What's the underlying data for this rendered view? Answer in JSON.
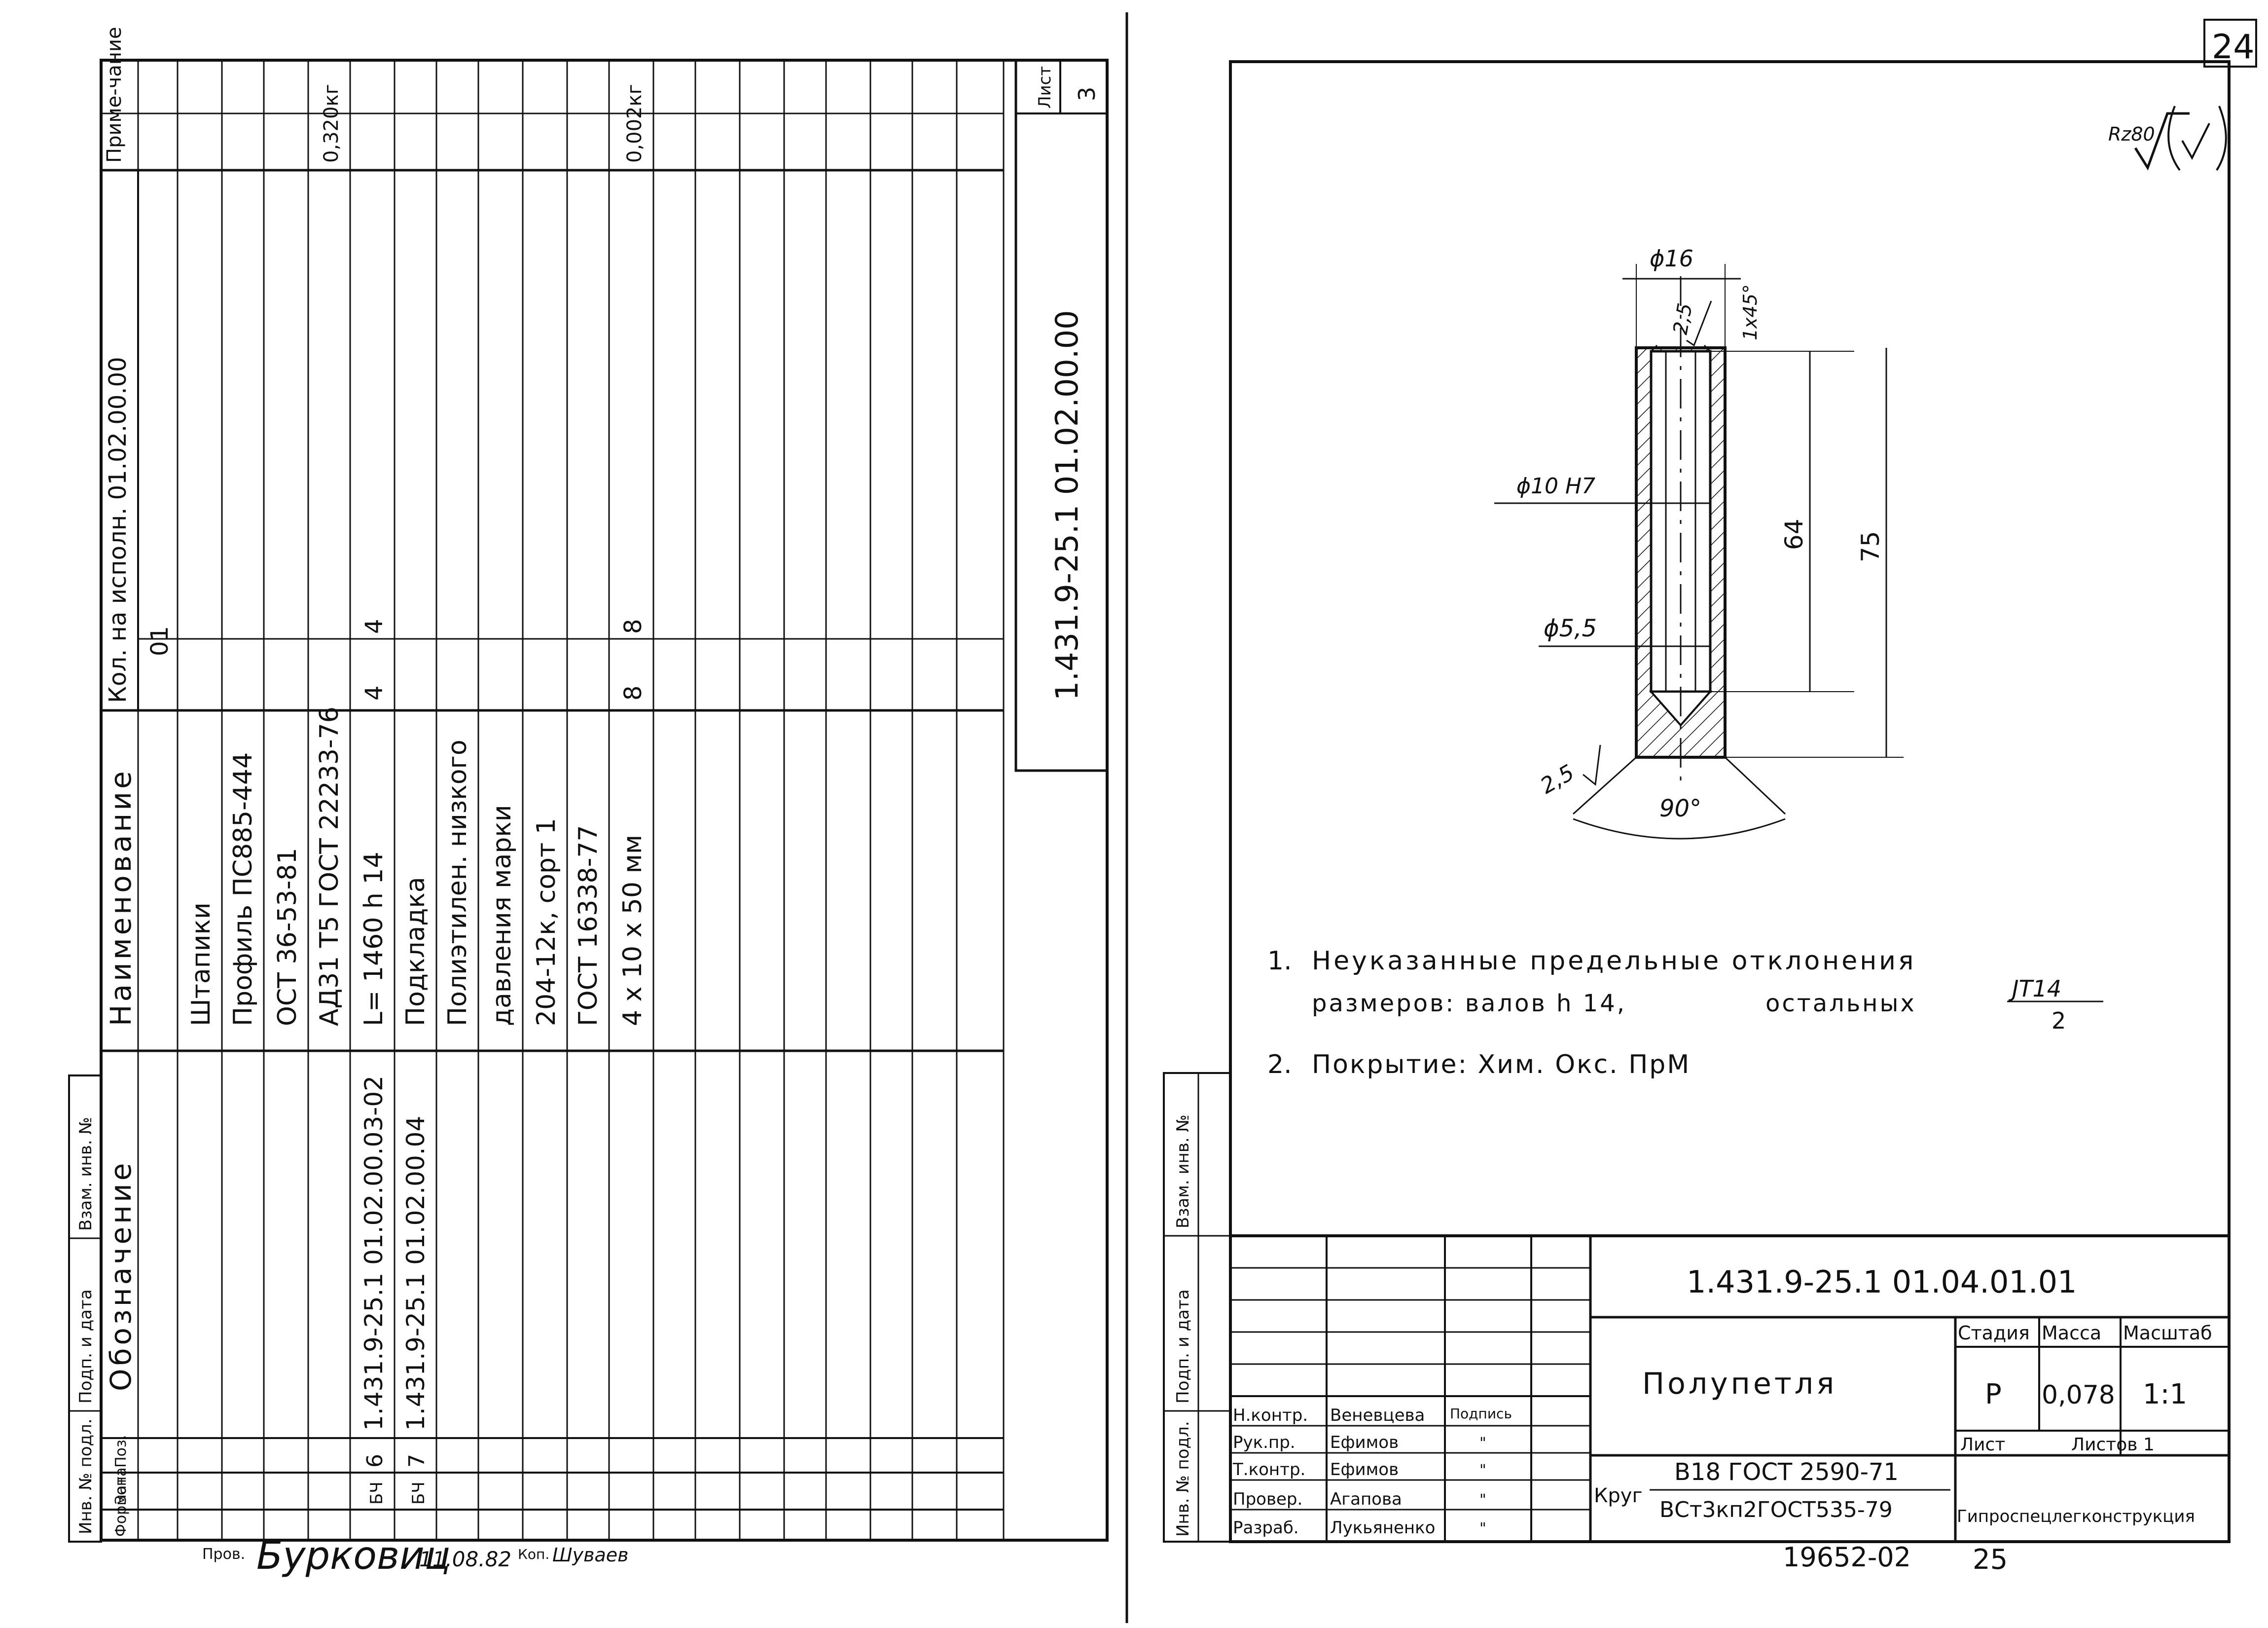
{
  "sheet_number": "24",
  "left": {
    "headers": {
      "format": "Формат",
      "zone": "Зона",
      "pos": "Поз.",
      "designation": "Обозначение",
      "name": "Наименование",
      "qty": "Кол. на исполн. 01.02.00.00",
      "qty_exec": "01",
      "note": "Приме-чание"
    },
    "rows": [
      {
        "zone": "",
        "pos": "",
        "designation": "",
        "name": "Штапики",
        "q1": "",
        "q2": "",
        "note": ""
      },
      {
        "zone": "",
        "pos": "",
        "designation": "",
        "name": "Профиль ПС885-444",
        "q1": "",
        "q2": "",
        "note": ""
      },
      {
        "zone": "",
        "pos": "",
        "designation": "",
        "name": "ОСТ 36-53-81",
        "q1": "",
        "q2": "",
        "note": ""
      },
      {
        "zone": "",
        "pos": "",
        "designation": "",
        "name": "АД31 Т5 ГОСТ 22233-76",
        "q1": "",
        "q2": "",
        "note": "0,320кг"
      },
      {
        "zone": "БЧ",
        "pos": "6",
        "designation": "1.431.9-25.1  01.02.00.03-02",
        "name": "L= 1460 h 14",
        "q1": "4",
        "q2": "4",
        "note": ""
      },
      {
        "zone": "БЧ",
        "pos": "7",
        "designation": "1.431.9-25.1  01.02.00.04",
        "name": "Подкладка",
        "q1": "",
        "q2": "",
        "note": ""
      },
      {
        "zone": "",
        "pos": "",
        "designation": "",
        "name": "Полиэтилен. низкого",
        "q1": "",
        "q2": "",
        "note": ""
      },
      {
        "zone": "",
        "pos": "",
        "designation": "",
        "name": "давления марки",
        "q1": "",
        "q2": "",
        "note": ""
      },
      {
        "zone": "",
        "pos": "",
        "designation": "",
        "name": "204-12к, сорт 1",
        "q1": "",
        "q2": "",
        "note": ""
      },
      {
        "zone": "",
        "pos": "",
        "designation": "",
        "name": "ГОСТ 16338-77",
        "q1": "",
        "q2": "",
        "note": ""
      },
      {
        "zone": "",
        "pos": "",
        "designation": "",
        "name": "4 x 10 x 50 мм",
        "q1": "8",
        "q2": "8",
        "note": "0,002кг"
      }
    ],
    "stamp_code": "1.431.9-25.1  01.02.00.00",
    "sheet_label": "Лист",
    "sheet_value": "3",
    "side_labels": [
      "Инв. № подл.",
      "Подп. и дата",
      "Взам. инв. №"
    ],
    "signature_line": {
      "prefix": "Пров.",
      "signature": "Бурковиц",
      "date": "11.08.82",
      "copy_prefix": "Коп.",
      "copy_signature": "Шуваев"
    }
  },
  "right": {
    "roughness": "Rz80",
    "dims": {
      "d_outer": "ϕ16",
      "chamfer_small": "2,5",
      "chamfer": "1x45°",
      "d_hole": "ϕ10 H7",
      "d_small": "ϕ5,5",
      "len_inner": "64",
      "len_total": "75",
      "chamfer_bottom": "2,5",
      "angle": "90°"
    },
    "notes": {
      "n1_num": "1.",
      "n1_a": "Неуказанные предельные отклонения",
      "n1_b": "размеров: валов h 14,",
      "n1_c": "остальных",
      "n1_frac_top": "ЈТ14",
      "n1_frac_bottom": "2",
      "n2_num": "2.",
      "n2": "Покрытие: Хим. Окс. ПрМ"
    },
    "side_labels": [
      "Инв. № подл.",
      "Подп. и дата",
      "Взам. инв. №"
    ],
    "title_block": {
      "code": "1.431.9-25.1    01.04.01.01",
      "name": "Полупетля",
      "stage_label": "Стадия",
      "mass_label": "Масса",
      "scale_label": "Масштаб",
      "stage": "Р",
      "mass": "0,078",
      "scale": "1:1",
      "sheet_label": "Лист",
      "sheets_label": "Листов 1",
      "material_prefix": "Круг",
      "material_top": "В18 ГОСТ 2590-71",
      "material_bottom": "ВСт3кп2ГОСТ535-79",
      "org": "Гипроспецлегконструкция",
      "signature_header": "Подпись",
      "people": [
        {
          "role": "Н.контр.",
          "name": "Веневцева",
          "sign": ""
        },
        {
          "role": "Рук.пр.",
          "name": "Ефимов",
          "sign": "\""
        },
        {
          "role": "Т.контр.",
          "name": "Ефимов",
          "sign": "\""
        },
        {
          "role": "Провер.",
          "name": "Агапова",
          "sign": "\""
        },
        {
          "role": "Разраб.",
          "name": "Лукьяненко",
          "sign": "\""
        }
      ],
      "doc_number": "19652-02",
      "page": "25"
    }
  }
}
